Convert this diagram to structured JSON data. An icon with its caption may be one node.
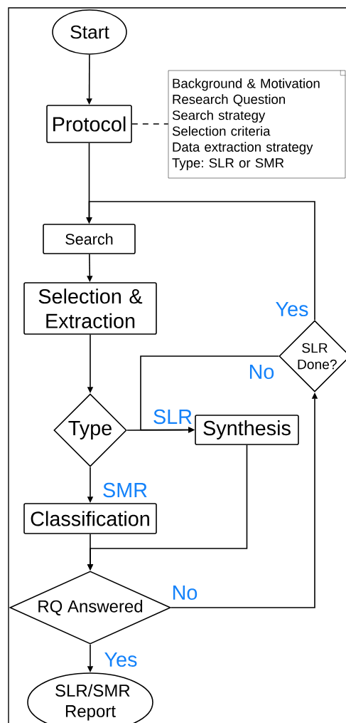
{
  "diagram": {
    "nodes": [
      {
        "text": [
          "Start"
        ]
      },
      {
        "text": [
          "Protocol"
        ]
      },
      {
        "text": [
          "Background & Motivation",
          "Research Question",
          "Search strategy",
          "Selection criteria",
          "Data extraction strategy",
          "Type: SLR or SMR"
        ]
      },
      {
        "text": [
          "Search"
        ]
      },
      {
        "text": [
          "Selection & Extraction"
        ]
      },
      {
        "text": [
          "Type"
        ]
      },
      {
        "text": [
          "Synthesis"
        ]
      },
      {
        "text": [
          "SLR Done?"
        ]
      },
      {
        "text": [
          "Classification"
        ]
      },
      {
        "text": [
          "RQ Answered"
        ]
      },
      {
        "text": [
          "SLR/SMR Report"
        ]
      }
    ],
    "edges": [
      {
        "from": 0,
        "to": 1,
        "arrow": "to"
      },
      {
        "from": 1,
        "to": 2,
        "arrow": "none",
        "style": "dashed"
      },
      {
        "from": 1,
        "to": 3,
        "arrow": "to"
      },
      {
        "from": 3,
        "to": 4,
        "arrow": "to"
      },
      {
        "from": 4,
        "to": 5,
        "arrow": "to"
      },
      {
        "from": 5,
        "to": 6,
        "arrow": "to",
        "label": "SLR"
      },
      {
        "from": 5,
        "to": 8,
        "arrow": "to",
        "label": "SMR"
      },
      {
        "from": 8,
        "to": 9,
        "arrow": "to"
      },
      {
        "from": 6,
        "to": 9,
        "arrow": "to"
      },
      {
        "from": 9,
        "to": 7,
        "arrow": "to",
        "label": "No"
      },
      {
        "from": 7,
        "to": 3,
        "arrow": "to",
        "label": "Yes"
      },
      {
        "from": 7,
        "to": 6,
        "arrow": "to",
        "label": "No"
      },
      {
        "from": 9,
        "to": 10,
        "arrow": "to",
        "label": "Yes"
      }
    ]
  }
}
